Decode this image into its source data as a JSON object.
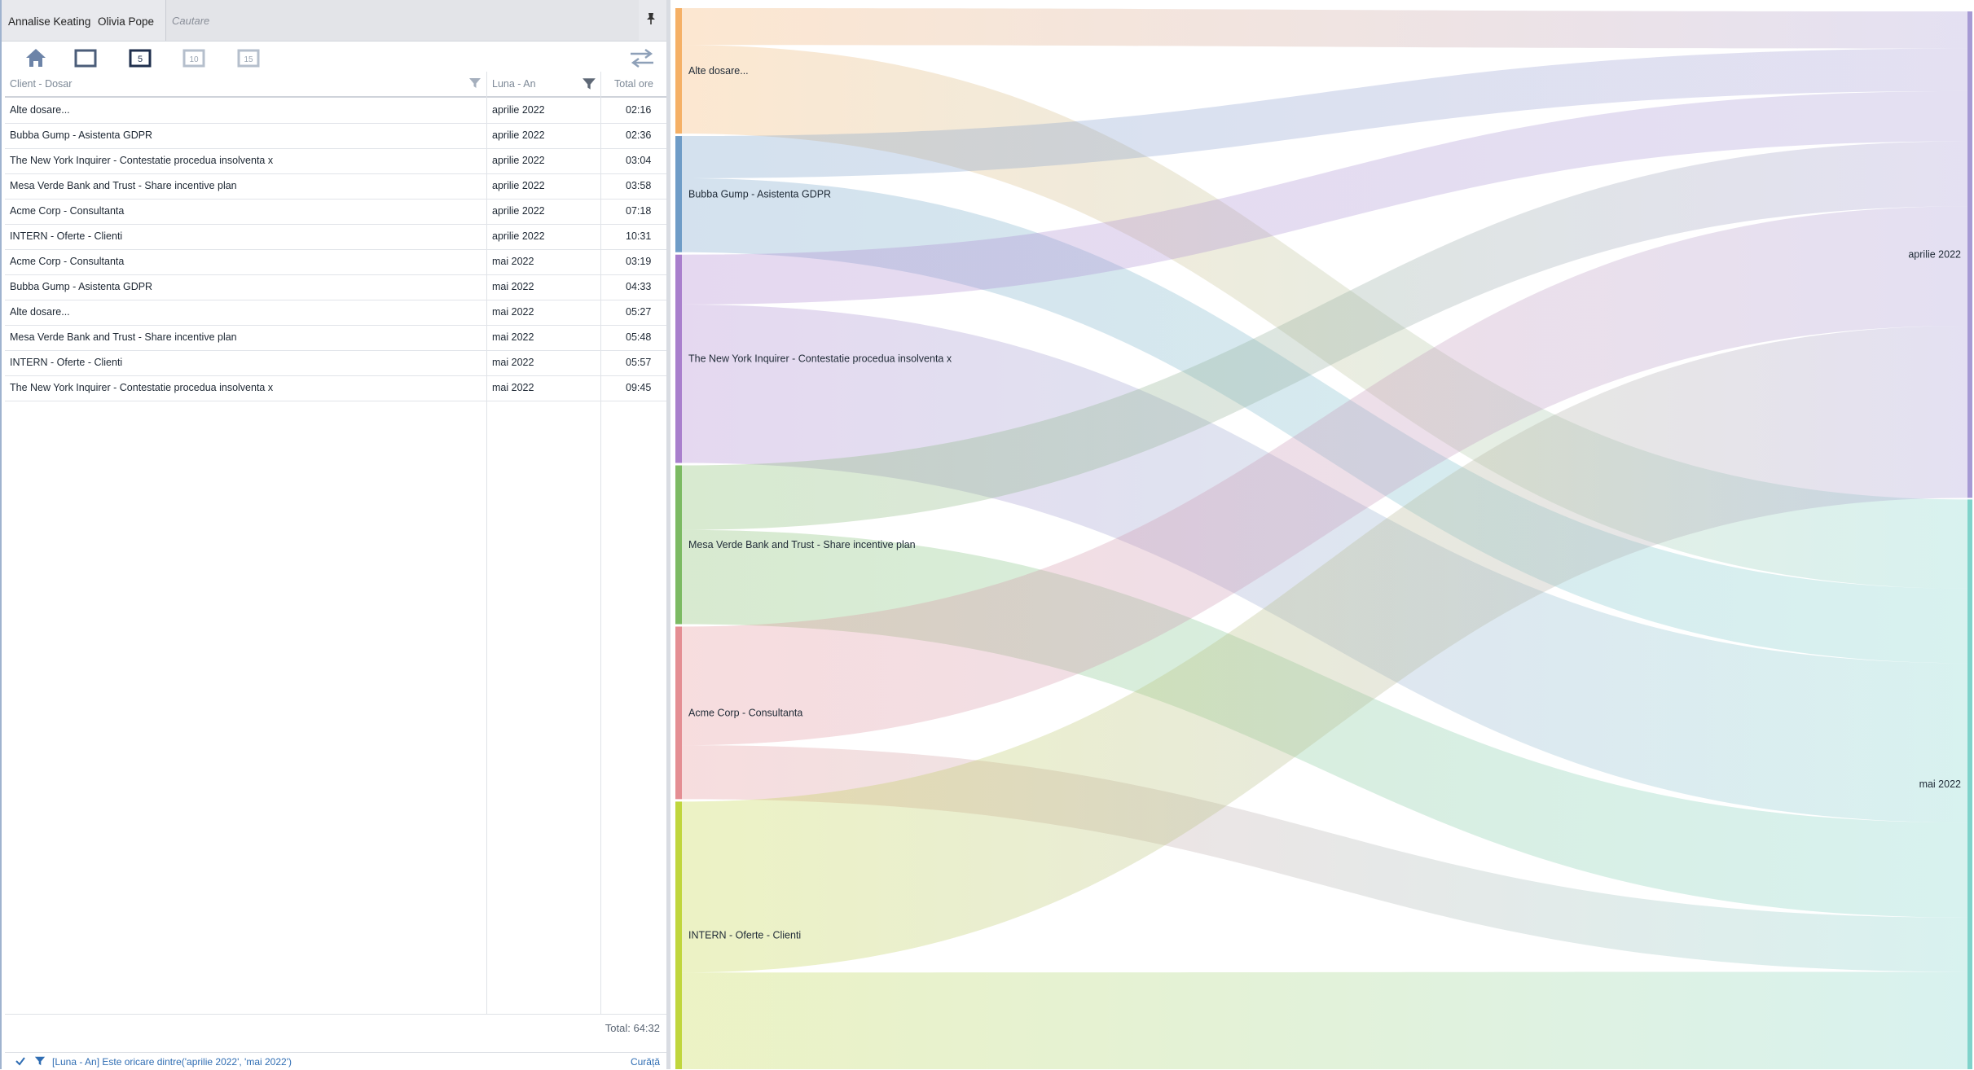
{
  "tabs": {
    "user1": "Annalise Keating",
    "user2": "Olivia Pope",
    "search_placeholder": "Cautare"
  },
  "toolbar": {
    "icons": [
      "home-icon",
      "page-view-icon",
      "top-5-icon",
      "top-10-icon",
      "top-15-icon",
      "swap-icon"
    ],
    "top5": "5",
    "top10": "10",
    "top15": "15"
  },
  "table": {
    "headers": {
      "client": "Client - Dosar",
      "month": "Luna - An",
      "hours": "Total ore"
    },
    "rows": [
      {
        "client": "Alte dosare...",
        "month": "aprilie 2022",
        "hours": "02:16"
      },
      {
        "client": "Bubba Gump - Asistenta GDPR",
        "month": "aprilie 2022",
        "hours": "02:36"
      },
      {
        "client": "The New York Inquirer - Contestatie procedua insolventa x",
        "month": "aprilie 2022",
        "hours": "03:04"
      },
      {
        "client": "Mesa Verde Bank and Trust - Share incentive plan",
        "month": "aprilie 2022",
        "hours": "03:58"
      },
      {
        "client": "Acme Corp - Consultanta",
        "month": "aprilie 2022",
        "hours": "07:18"
      },
      {
        "client": "INTERN - Oferte - Clienti",
        "month": "aprilie 2022",
        "hours": "10:31"
      },
      {
        "client": "Acme Corp - Consultanta",
        "month": "mai 2022",
        "hours": "03:19"
      },
      {
        "client": "Bubba Gump - Asistenta GDPR",
        "month": "mai 2022",
        "hours": "04:33"
      },
      {
        "client": "Alte dosare...",
        "month": "mai 2022",
        "hours": "05:27"
      },
      {
        "client": "Mesa Verde Bank and Trust - Share incentive plan",
        "month": "mai 2022",
        "hours": "05:48"
      },
      {
        "client": "INTERN - Oferte - Clienti",
        "month": "mai 2022",
        "hours": "05:57"
      },
      {
        "client": "The New York Inquirer - Contestatie procedua insolventa x",
        "month": "mai 2022",
        "hours": "09:45"
      }
    ],
    "total": "Total: 64:32"
  },
  "filter": {
    "text": "[Luna - An] Este oricare dintre('aprilie 2022', 'mai 2022')",
    "clear": "Curăță"
  },
  "chart_data": {
    "type": "sankey",
    "sources": [
      {
        "name": "Alte dosare...",
        "color": "#f5b066"
      },
      {
        "name": "Bubba Gump - Asistenta GDPR",
        "color": "#6f9cc7"
      },
      {
        "name": "The New York Inquirer - Contestatie procedua insolventa x",
        "color": "#a97fcd"
      },
      {
        "name": "Mesa Verde Bank and Trust - Share incentive plan",
        "color": "#7cba63"
      },
      {
        "name": "Acme Corp - Consultanta",
        "color": "#e48e93"
      },
      {
        "name": "INTERN - Oferte - Clienti",
        "color": "#c0d63d"
      }
    ],
    "targets": [
      {
        "name": "aprilie 2022",
        "color": "#a69ad4"
      },
      {
        "name": "mai 2022",
        "color": "#7fd3cb"
      }
    ],
    "links": [
      {
        "source": "Alte dosare...",
        "target": "aprilie 2022",
        "hours": 2.27
      },
      {
        "source": "Alte dosare...",
        "target": "mai 2022",
        "hours": 5.45
      },
      {
        "source": "Bubba Gump - Asistenta GDPR",
        "target": "aprilie 2022",
        "hours": 2.6
      },
      {
        "source": "Bubba Gump - Asistenta GDPR",
        "target": "mai 2022",
        "hours": 4.55
      },
      {
        "source": "The New York Inquirer - Contestatie procedua insolventa x",
        "target": "aprilie 2022",
        "hours": 3.07
      },
      {
        "source": "The New York Inquirer - Contestatie procedua insolventa x",
        "target": "mai 2022",
        "hours": 9.75
      },
      {
        "source": "Mesa Verde Bank and Trust - Share incentive plan",
        "target": "aprilie 2022",
        "hours": 3.97
      },
      {
        "source": "Mesa Verde Bank and Trust - Share incentive plan",
        "target": "mai 2022",
        "hours": 5.8
      },
      {
        "source": "Acme Corp - Consultanta",
        "target": "aprilie 2022",
        "hours": 7.3
      },
      {
        "source": "Acme Corp - Consultanta",
        "target": "mai 2022",
        "hours": 3.32
      },
      {
        "source": "INTERN - Oferte - Clienti",
        "target": "aprilie 2022",
        "hours": 10.52
      },
      {
        "source": "INTERN - Oferte - Clienti",
        "target": "mai 2022",
        "hours": 5.95
      }
    ]
  }
}
